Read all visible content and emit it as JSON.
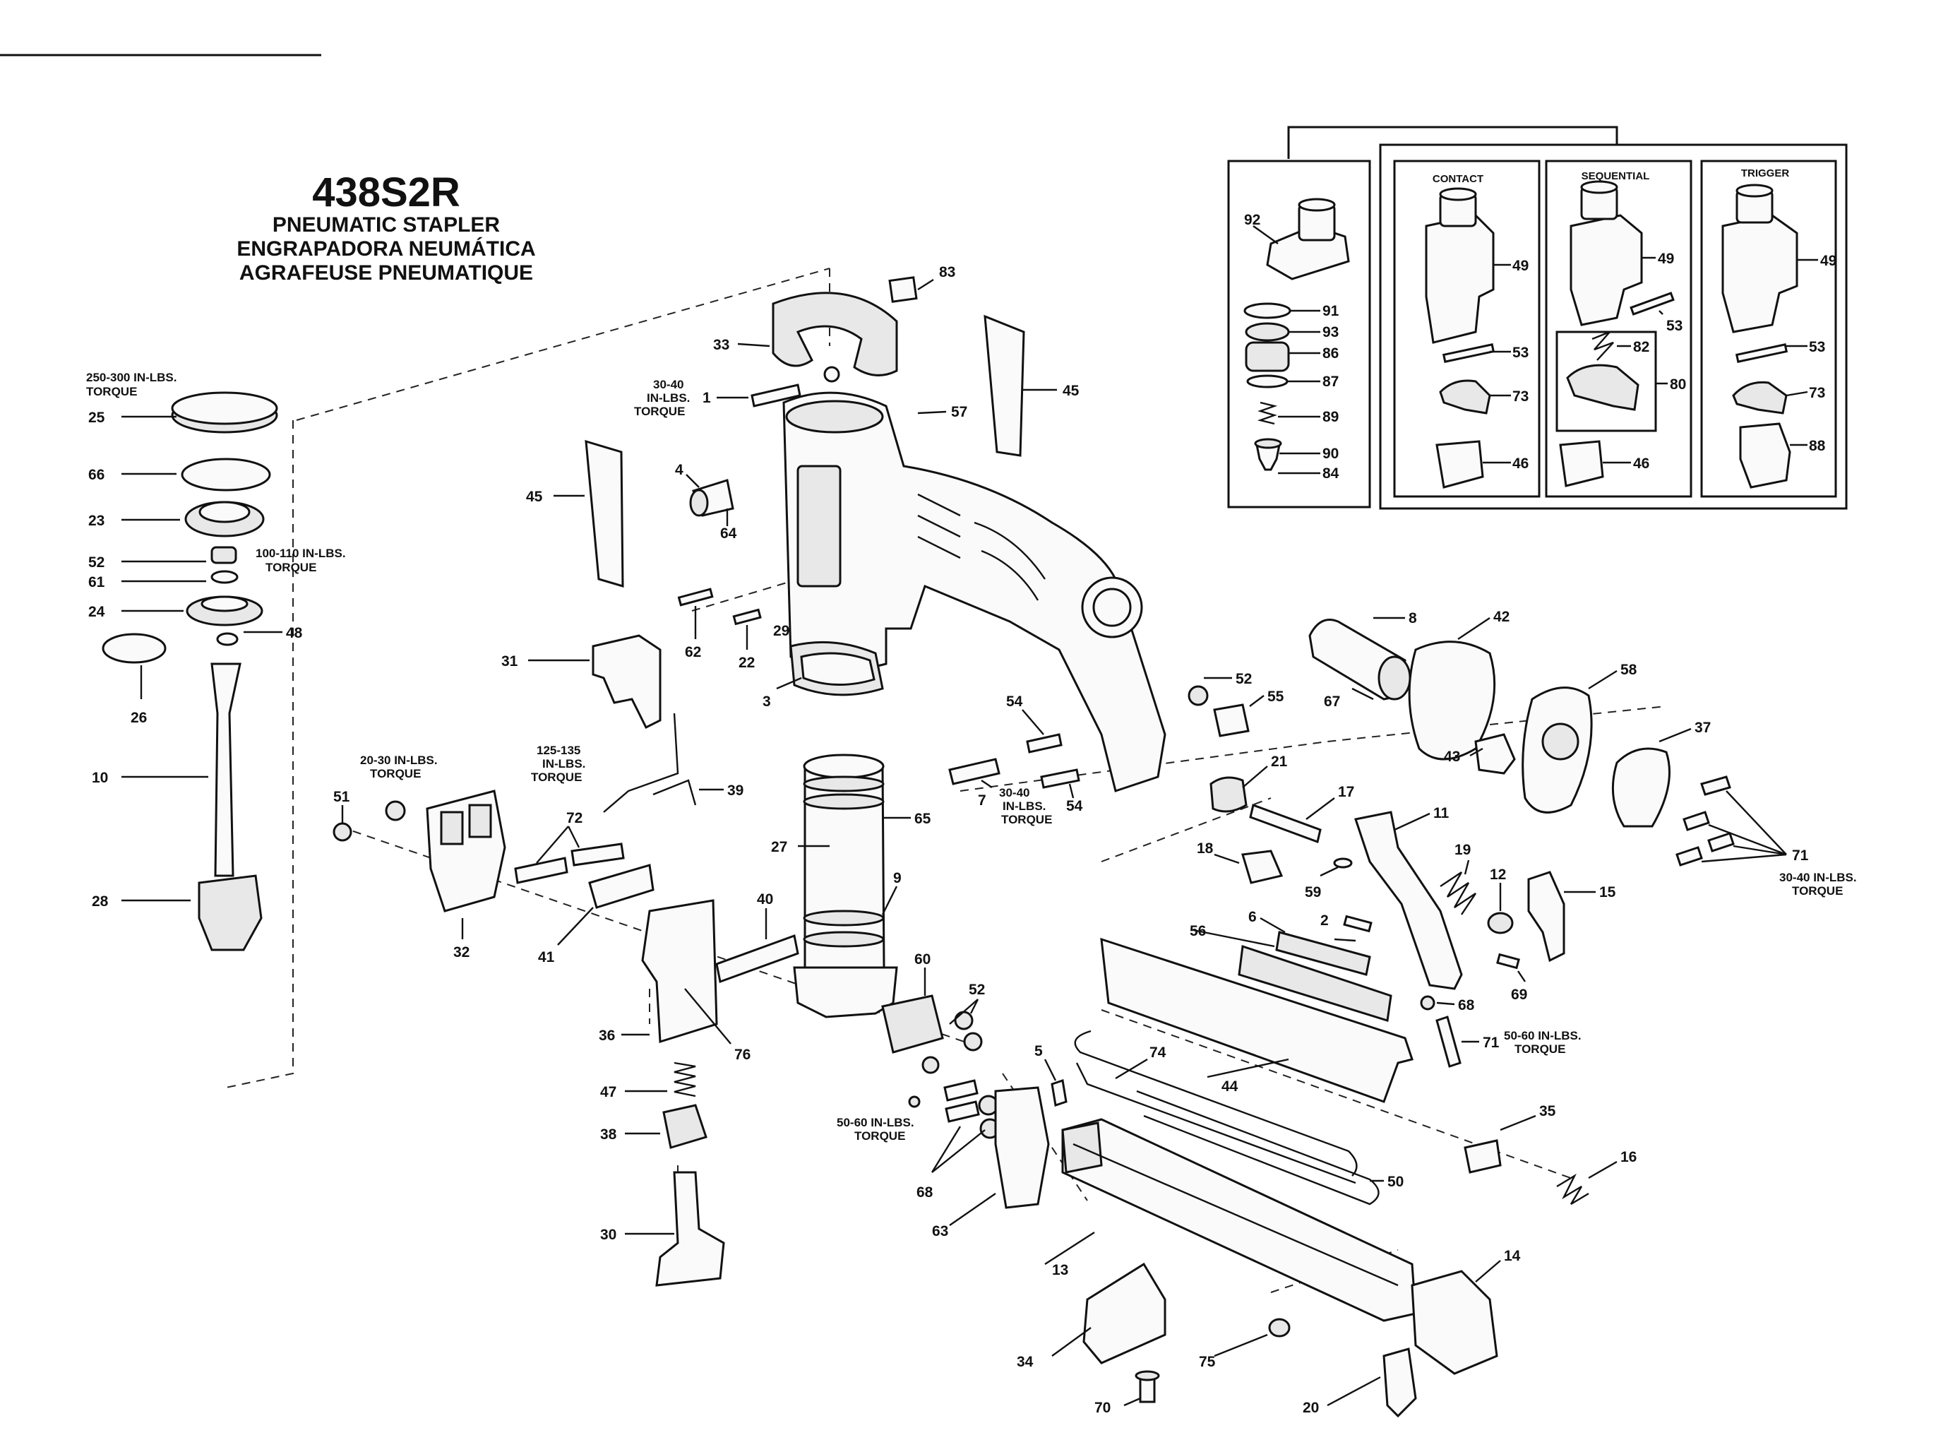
{
  "title": {
    "model": "438S2R",
    "line1": "PNEUMATIC STAPLER",
    "line2": "ENGRAPADORA NEUMÁTICA",
    "line3": "AGRAFEUSE PNEUMATIQUE"
  },
  "torque_notes": {
    "t25_a": "250-300 IN-LBS.",
    "t25_b": "TORQUE",
    "t1_a": "30-40",
    "t1_b": "IN-LBS.",
    "t1_c": "TORQUE",
    "t52_a": "100-110 IN-LBS.",
    "t52_b": "TORQUE",
    "t51_a": "20-30 IN-LBS.",
    "t51_b": "TORQUE",
    "t72_a": "125-135",
    "t72_b": "IN-LBS.",
    "t72_c": "TORQUE",
    "t7_a": "30-40",
    "t7_b": "IN-LBS.",
    "t7_c": "TORQUE",
    "t71a_a": "30-40 IN-LBS.",
    "t71a_b": "TORQUE",
    "t71b_a": "50-60 IN-LBS.",
    "t71b_b": "TORQUE",
    "t68_a": "50-60 IN-LBS.",
    "t68_b": "TORQUE"
  },
  "inset": {
    "contact": "CONTACT",
    "sequential": "SEQUENTIAL",
    "trigger": "TRIGGER"
  },
  "callouts": {
    "c83": "83",
    "c33": "33",
    "c1": "1",
    "c57": "57",
    "c45a": "45",
    "c45b": "45",
    "c4": "4",
    "c64": "64",
    "c25": "25",
    "c66": "66",
    "c23": "23",
    "c52a": "52",
    "c61": "61",
    "c24": "24",
    "c48": "48",
    "c26": "26",
    "c10": "10",
    "c28": "28",
    "c62": "62",
    "c22": "22",
    "c29": "29",
    "c3": "3",
    "c31": "31",
    "c39": "39",
    "c51": "51",
    "c72": "72",
    "c32": "32",
    "c41": "41",
    "c36": "36",
    "c76": "76",
    "c40": "40",
    "c65": "65",
    "c27": "27",
    "c9": "9",
    "c60": "60",
    "c52b": "52",
    "c47": "47",
    "c38": "38",
    "c30": "30",
    "c68a": "68",
    "c63": "63",
    "c5": "5",
    "c74": "74",
    "c44": "44",
    "c50": "50",
    "c13": "13",
    "c34": "34",
    "c70": "70",
    "c75": "75",
    "c20": "20",
    "c14": "14",
    "c35": "35",
    "c16": "16",
    "c56": "56",
    "c6": "6",
    "c2": "2",
    "c54a": "54",
    "c54b": "54",
    "c7": "7",
    "c52c": "52",
    "c55": "55",
    "c21": "21",
    "c17": "17",
    "c18": "18",
    "c59": "59",
    "c11": "11",
    "c19": "19",
    "c12": "12",
    "c15": "15",
    "c69": "69",
    "c68b": "68",
    "c71a": "71",
    "c71b": "71",
    "c8": "8",
    "c67": "67",
    "c42": "42",
    "c58": "58",
    "c43": "43",
    "c37": "37",
    "c92": "92",
    "c91": "91",
    "c93": "93",
    "c86": "86",
    "c87": "87",
    "c89": "89",
    "c90": "90",
    "c84": "84",
    "c49a": "49",
    "c53a": "53",
    "c73a": "73",
    "c46a": "46",
    "c49b": "49",
    "c53b": "53",
    "c82": "82",
    "c80": "80",
    "c46b": "46",
    "c49c": "49",
    "c53c": "53",
    "c73b": "73",
    "c88": "88"
  }
}
